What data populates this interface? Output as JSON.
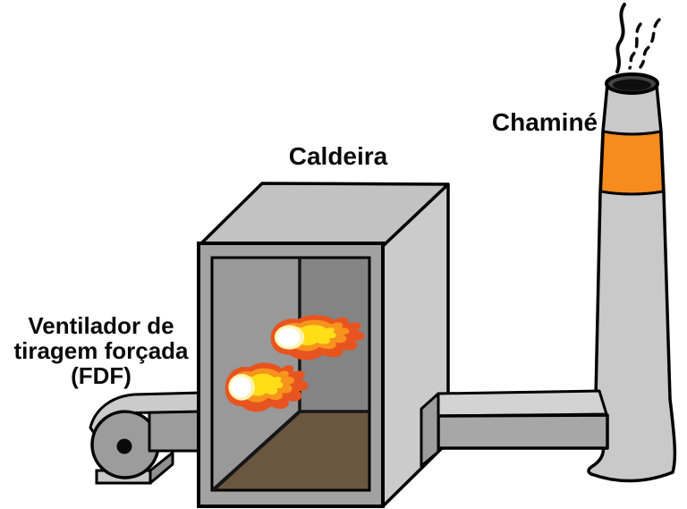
{
  "labels": {
    "boiler": "Caldeira",
    "chimney": "Chaminé",
    "fan_line1": "Ventilador de",
    "fan_line2": "tiragem forçada",
    "fan_line3": "(FDF)"
  },
  "colors": {
    "background": "#FFFFFF",
    "outline": "#000000",
    "metal_light": "#CBCBCB",
    "metal_top": "#C2C2C2",
    "metal_medium": "#A2A2A2",
    "duct_top": "#D3D3D3",
    "duct_front": "#A7A7A7",
    "flange_gray": "#9C9C9C",
    "fan_body": "#9C9C9C",
    "fan_band": "#CBCBCB",
    "fan_base_light": "#C9C9C9",
    "fan_base_dark": "#8F8F8F",
    "furnace_wall_left": "#999999",
    "furnace_wall_back": "#848484",
    "furnace_floor_brown": "#6B5640",
    "chimney_gray": "#C9C9C9",
    "chimney_band_orange": "#F68B1E",
    "chimney_rim_dark": "#454545",
    "chimney_hole": "#0E0E0E",
    "flame_outer": "#E8541F",
    "flame_mid": "#F7941D",
    "flame_yellow": "#FFDE17",
    "flame_pale": "#FFF3B2",
    "flame_core": "#FFFFFF",
    "smoke_black": "#0A0A0A"
  }
}
